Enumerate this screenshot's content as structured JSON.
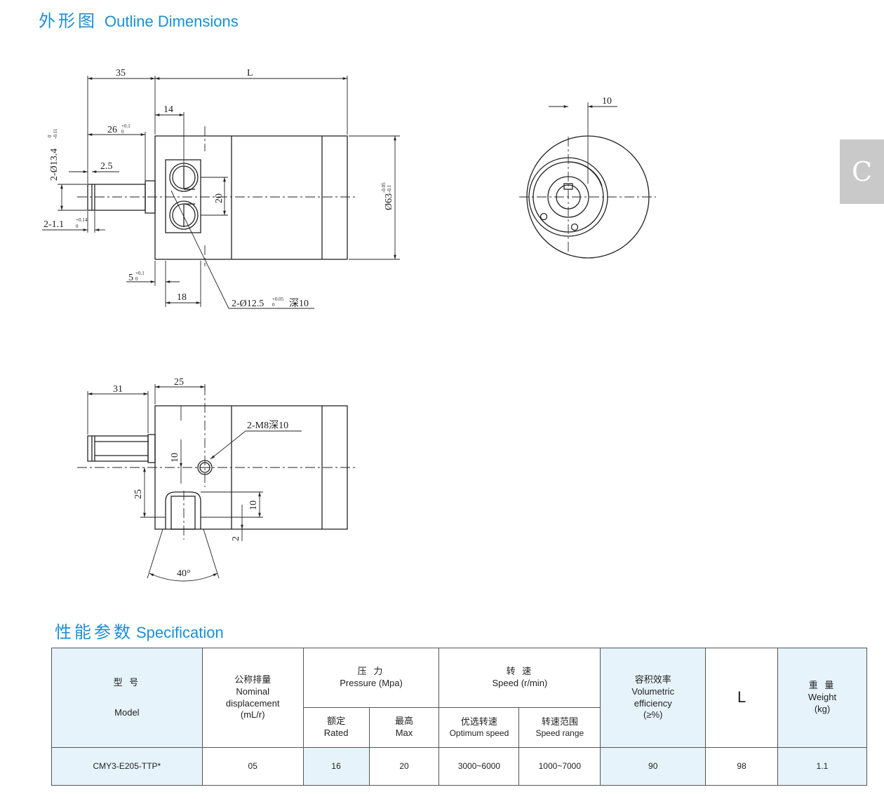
{
  "outline": {
    "title_cn": "外形图",
    "title_en": "Outline Dimensions",
    "side_tab": "C",
    "front_view": {
      "dim_35": "35",
      "dim_L": "L",
      "dim_14": "14",
      "dim_26": "26",
      "dim_26_tol": "+0.1",
      "dim_26_tol2": "0",
      "dim_2_5": "2.5",
      "dim_phi13": "2-Ø13.4",
      "dim_phi13_tol": "0",
      "dim_phi13_tol2": "-0.11",
      "dim_1_1": "2-1.1",
      "dim_1_1_tol": "+0.14",
      "dim_1_1_tol2": "0",
      "dim_20": "20",
      "dim_phi63": "Ø63",
      "dim_phi63_tol": "-0.05",
      "dim_phi63_tol2": "-0.1",
      "dim_5": "5",
      "dim_5_tol": "+0.1",
      "dim_5_tol2": "0",
      "dim_18": "18",
      "dim_port": "2-Ø12.5",
      "dim_port_tol": "+0.05",
      "dim_port_tol2": "0",
      "dim_port_depth": "深10"
    },
    "end_view": {
      "dim_10": "10"
    },
    "bottom_view": {
      "dim_31": "31",
      "dim_25a": "25",
      "dim_m8": "2-M8深10",
      "dim_10a": "10",
      "dim_25b": "25",
      "dim_10b": "10",
      "dim_2": "2",
      "dim_40": "40°"
    }
  },
  "spec": {
    "title_cn": "性能参数",
    "title_en": "Specification",
    "headers": {
      "model_cn": "型  号",
      "model_en": "Model",
      "disp_cn": "公称排量",
      "disp_en1": "Nominal",
      "disp_en2": "displacement",
      "disp_unit": "(mL/r)",
      "pressure_cn": "压 力",
      "pressure_en": "Pressure (Mpa)",
      "rated_cn": "额定",
      "rated_en": "Rated",
      "max_cn": "最高",
      "max_en": "Max",
      "speed_cn": "转  速",
      "speed_en": "Speed (r/min)",
      "opt_cn": "优选转速",
      "opt_en": "Optimum speed",
      "range_cn": "转速范围",
      "range_en": "Speed range",
      "eff_cn": "容积效率",
      "eff_en1": "Volumetric",
      "eff_en2": "efficiency",
      "eff_unit": "(≥%)",
      "L": "L",
      "weight_cn": "重 量",
      "weight_en": "Weight",
      "weight_unit": "(kg)"
    },
    "row": {
      "model": "CMY3-E205-TTP*",
      "displacement": "05",
      "rated": "16",
      "max": "20",
      "optimum_speed": "3000~6000",
      "speed_range": "1000~7000",
      "efficiency": "90",
      "L": "98",
      "weight": "1.1"
    }
  }
}
